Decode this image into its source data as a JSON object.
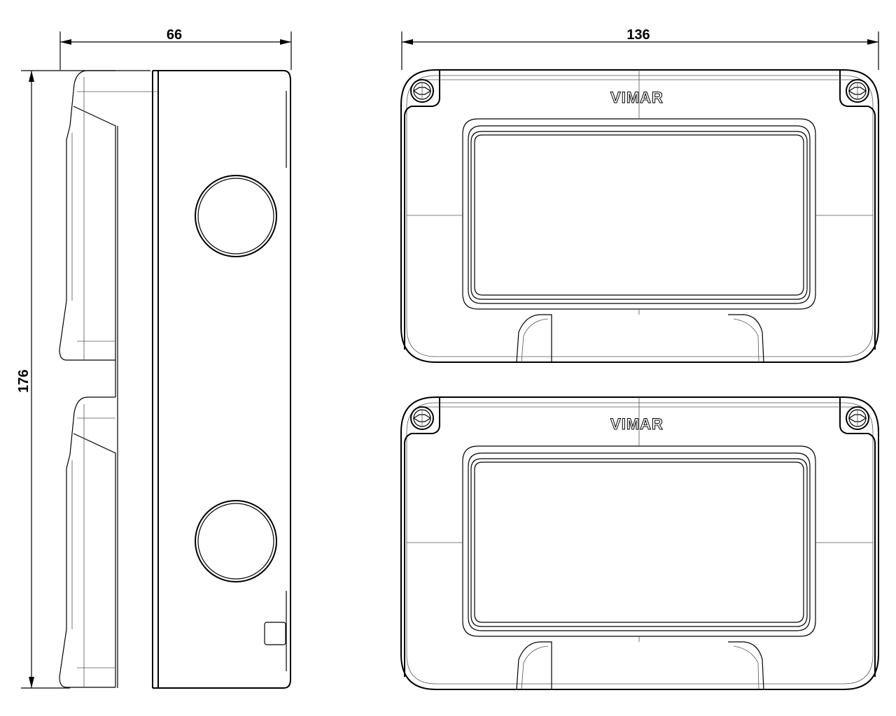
{
  "dimensions": {
    "side_width": "66",
    "front_width": "136",
    "height": "176"
  },
  "modules": [
    {
      "brand": "VIMAR"
    },
    {
      "brand": "VIMAR"
    }
  ]
}
